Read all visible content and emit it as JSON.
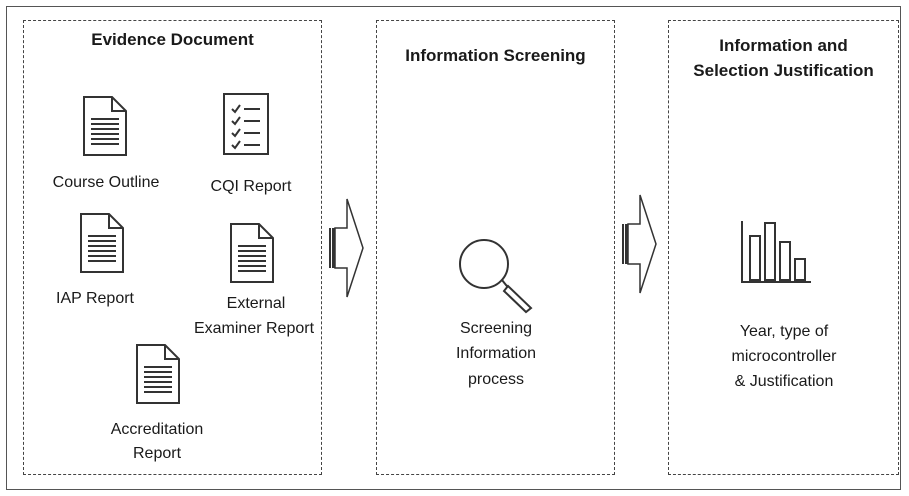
{
  "panels": {
    "evidence": {
      "title": "Evidence Document",
      "docs": {
        "course_outline": "Course Outline",
        "cqi_report": "CQI  Report",
        "iap_report": "IAP Report",
        "external_line1": "External",
        "external_line2": "Examiner Report",
        "accreditation_line1": "Accreditation",
        "accreditation_line2": "Report"
      }
    },
    "screening": {
      "title": "Information Screening",
      "caption_line1": "Screening",
      "caption_line2": "Information",
      "caption_line3": "process",
      "icon": "magnifier-icon"
    },
    "justification": {
      "title_line1": "Information and",
      "title_line2": "Selection Justification",
      "caption_line1": "Year, type of",
      "caption_line2": "microcontroller",
      "caption_line3": "& Justification",
      "icon": "bar-chart-icon"
    }
  },
  "icons": [
    "document-icon",
    "checklist-icon",
    "arrow-icon"
  ],
  "colors": {
    "stroke": "#333333",
    "background": "#ffffff"
  }
}
